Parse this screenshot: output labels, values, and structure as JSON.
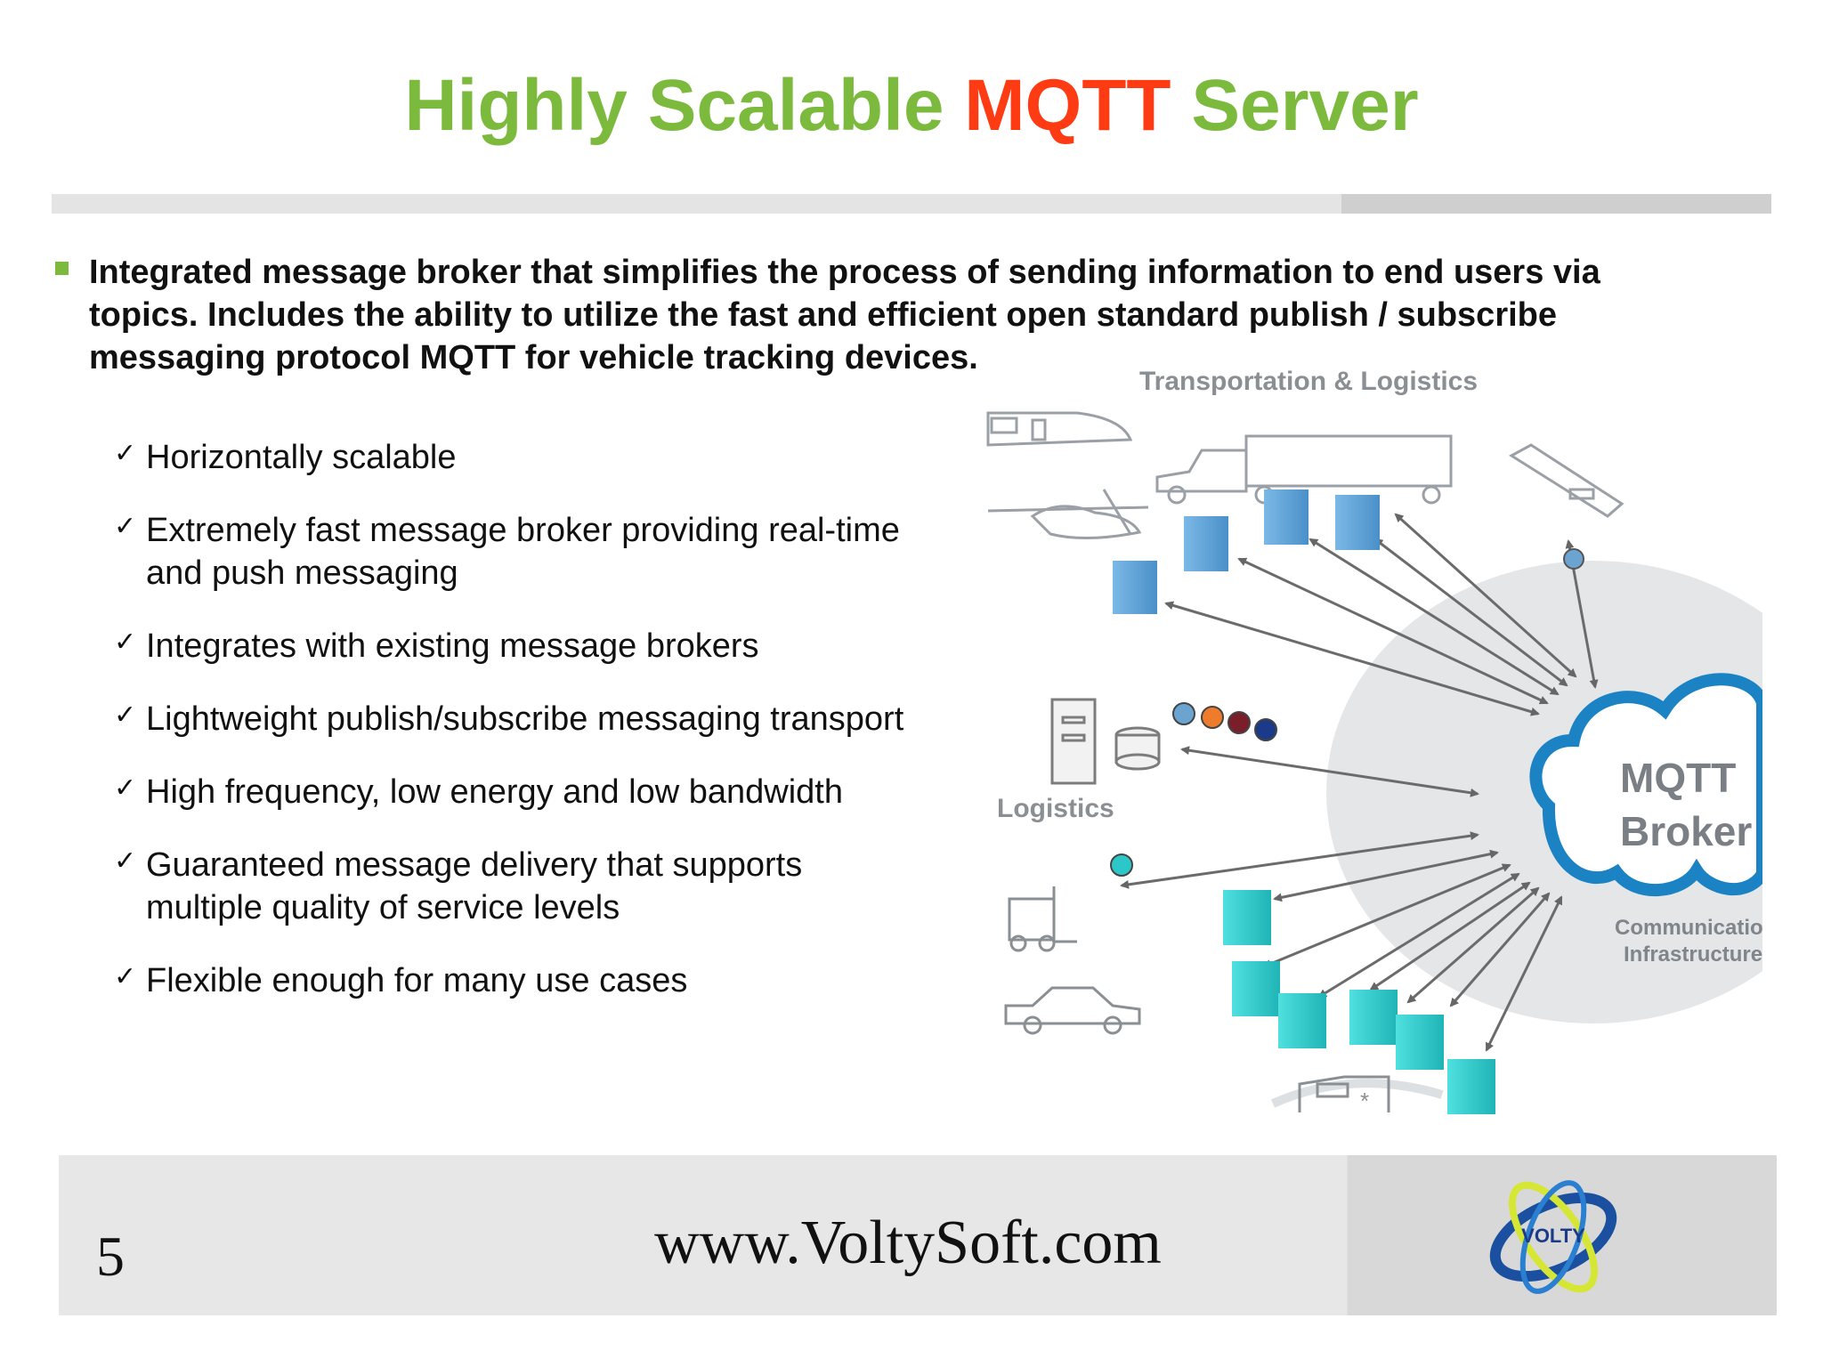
{
  "slide": {
    "title_part1": "Highly Scalable ",
    "title_accent": "MQTT",
    "title_part2": " Server",
    "intro": "Integrated message broker that simplifies the process of sending information to end users via topics. Includes the ability to utilize the fast and efficient open standard publish / subscribe messaging protocol MQTT for vehicle tracking devices.",
    "features": [
      "Horizontally scalable",
      "Extremely fast message broker providing real-time and push messaging",
      "Integrates with existing message brokers",
      "Lightweight publish/subscribe messaging transport",
      "High frequency, low energy and low bandwidth",
      "Guaranteed message delivery that supports multiple quality of service levels",
      "Flexible enough for many use cases"
    ]
  },
  "diagram": {
    "label_top": "Transportation & Logistics",
    "label_left": "Logistics",
    "broker_line1": "MQTT",
    "broker_line2": "Broker",
    "infra_line1": "Communication",
    "infra_line2": "Infrastructure"
  },
  "footer": {
    "page_number": "5",
    "url": "www.VoltySoft.com",
    "logo_text": "VOLTY"
  },
  "colors": {
    "title_green": "#7cba3d",
    "title_accent": "#ff3b14",
    "box_blue": "#5ba3d9",
    "box_teal": "#2cc7c9",
    "broker_blue": "#1b83c4"
  }
}
